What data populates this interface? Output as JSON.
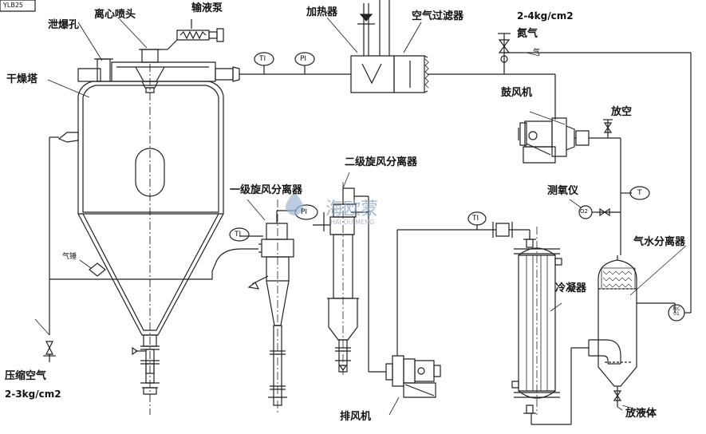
{
  "labels": {
    "corner_code": "YLB25",
    "explosion_hole": "泄爆孔",
    "centrifugal_nozzle": "离心喷头",
    "feed_pump": "输液泵",
    "heater": "加热器",
    "air_filter": "空气过滤器",
    "nitrogen_pressure": "2-4kg/cm2",
    "nitrogen": "氮气",
    "drying_tower": "干燥塔",
    "blower": "鼓风机",
    "vent": "放空",
    "primary_cyclone": "一级旋风分离器",
    "secondary_cyclone": "二级旋风分离器",
    "oxygen_analyzer": "测氧仪",
    "gas_water_separator": "气水分离器",
    "condenser": "冷凝器",
    "compressed_air": "压缩空气",
    "compressed_air_pressure": "2-3kg/cm2",
    "exhaust_fan": "排风机",
    "drain_liquid": "放液体",
    "air_hammer": "气锤",
    "gas_small": "气"
  },
  "instruments": {
    "ti_1": "TI",
    "pi_1": "PI",
    "ti_2": "TI",
    "pi_2": "PI",
    "ti_3": "TI",
    "t_1": "T",
    "o2": "O2",
    "pic": "PIC 01"
  },
  "watermark": {
    "name": "海欧蒙",
    "pinyin": "HAI OU MENG"
  }
}
